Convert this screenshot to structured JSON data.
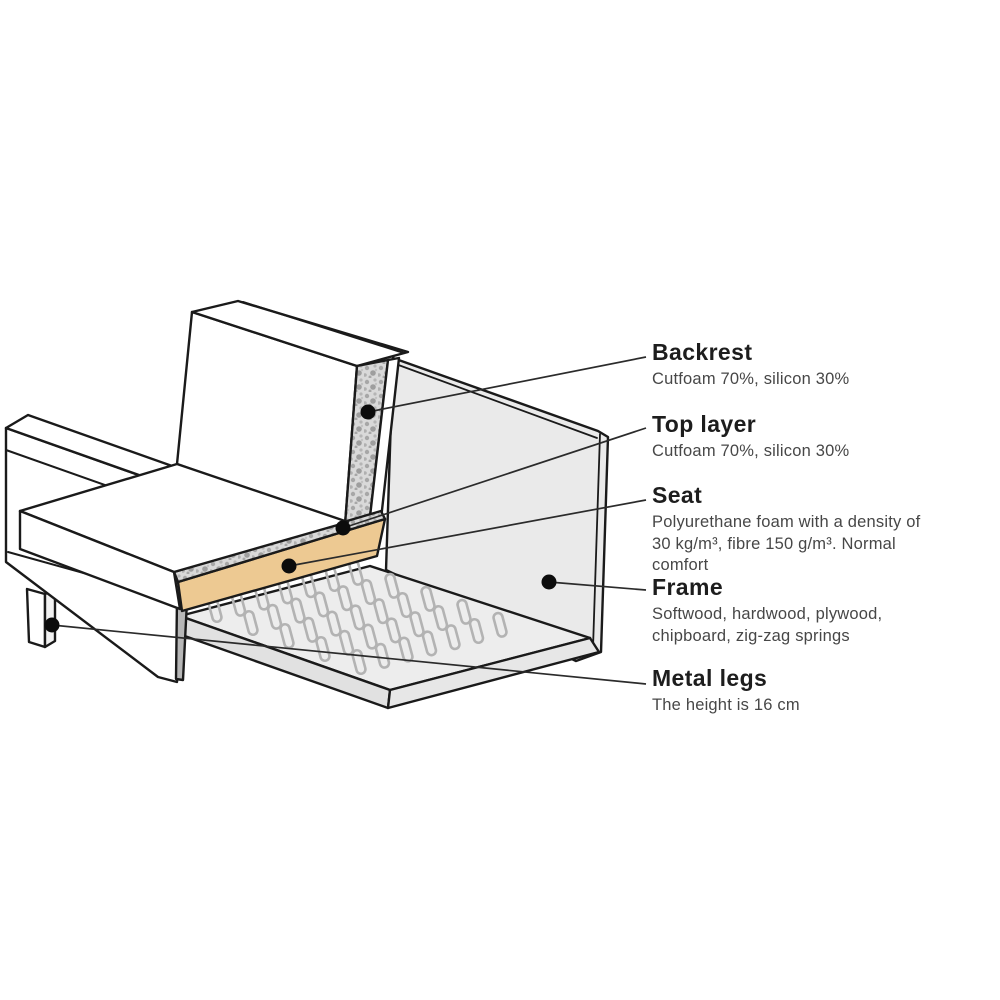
{
  "diagram": {
    "type": "sofa-construction-cutaway",
    "labels": [
      {
        "id": "backrest",
        "heading": "Backrest",
        "description": "Cutfoam 70%, silicon 30%"
      },
      {
        "id": "top-layer",
        "heading": "Top layer",
        "description": "Cutfoam 70%, silicon 30%"
      },
      {
        "id": "seat",
        "heading": "Seat",
        "description": "Polyurethane foam with a density of 30 kg/m³, fibre 150 g/m³. Normal comfort"
      },
      {
        "id": "frame",
        "heading": "Frame",
        "description": "Softwood, hardwood, plywood, chipboard, zig-zag springs"
      },
      {
        "id": "metal-legs",
        "heading": "Metal legs",
        "description": "The height is 16 cm"
      }
    ],
    "colors": {
      "foam_tan": "#edc992",
      "speckle_gray": "#d9d9d9",
      "outline": "#1a1a1a",
      "spring_gray": "#b3b3b3",
      "panel_gray": "#eaeaea"
    }
  }
}
